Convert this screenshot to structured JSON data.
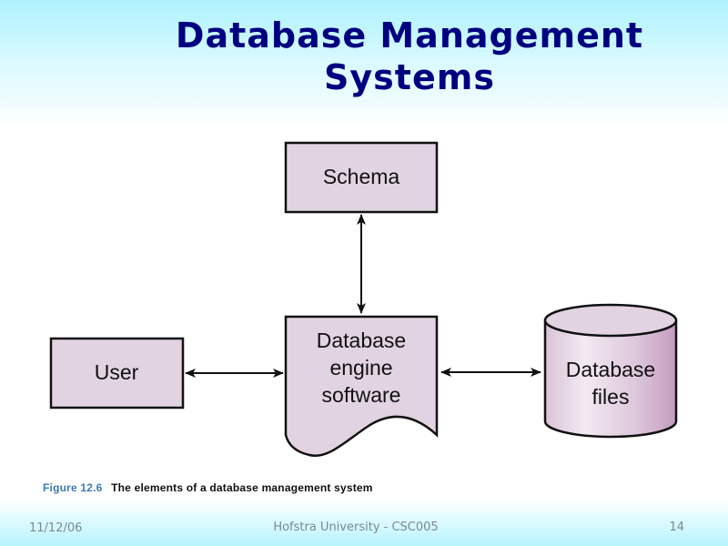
{
  "slide": {
    "title_line1": "Database Management",
    "title_line2": "Systems"
  },
  "diagram": {
    "nodes": {
      "schema": {
        "label": "Schema",
        "shape": "rectangle"
      },
      "engine": {
        "lines": [
          "Database",
          "engine",
          "software"
        ],
        "shape": "document"
      },
      "user": {
        "label": "User",
        "shape": "rectangle"
      },
      "files": {
        "lines": [
          "Database",
          "files"
        ],
        "shape": "cylinder"
      }
    },
    "edges": [
      {
        "from": "schema",
        "to": "engine",
        "direction": "bidirectional"
      },
      {
        "from": "user",
        "to": "engine",
        "direction": "bidirectional"
      },
      {
        "from": "engine",
        "to": "files",
        "direction": "bidirectional"
      }
    ],
    "colors": {
      "fill": "#e2d3e2",
      "stroke": "#111111",
      "cylinder_shade": "#c49bbf"
    }
  },
  "caption": {
    "figure_label": "Figure 12.6",
    "text": "The elements of a database management system"
  },
  "footer": {
    "date": "11/12/06",
    "center": "Hofstra University - CSC005",
    "page": "14"
  }
}
